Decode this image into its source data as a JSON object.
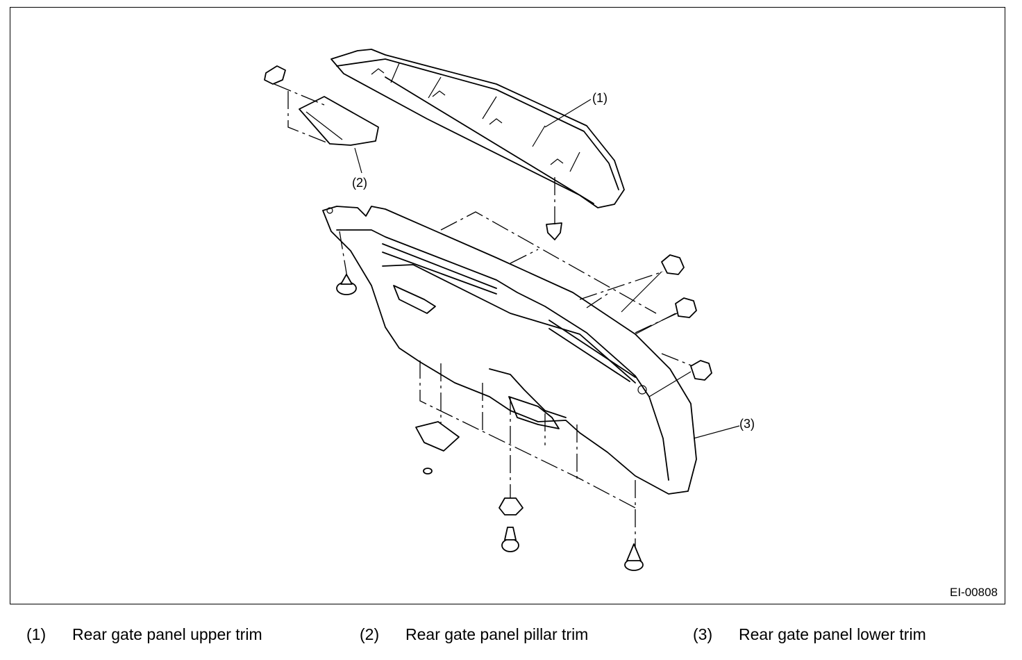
{
  "figure": {
    "code": "EI-00808",
    "callouts": {
      "c1": "(1)",
      "c2": "(2)",
      "c3": "(3)"
    }
  },
  "legend": [
    {
      "num": "(1)",
      "text": "Rear gate panel upper trim"
    },
    {
      "num": "(2)",
      "text": "Rear gate panel pillar trim"
    },
    {
      "num": "(3)",
      "text": "Rear gate panel lower trim"
    }
  ]
}
